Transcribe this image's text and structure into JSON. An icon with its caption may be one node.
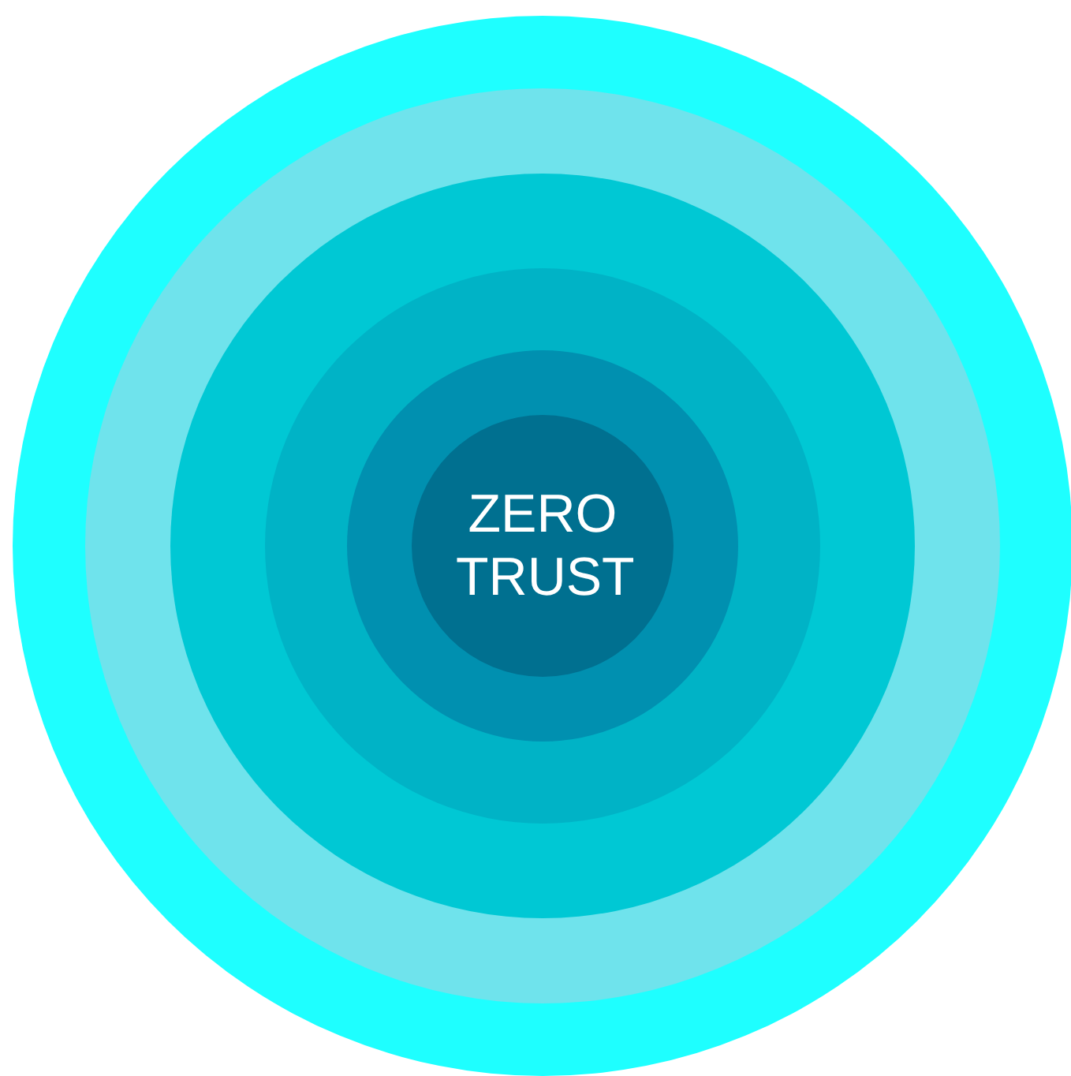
{
  "diagram": {
    "nodes": [
      {
        "text": [],
        "shape": "circle"
      },
      {
        "text": [],
        "shape": "circle",
        "in": 0
      },
      {
        "text": [],
        "shape": "circle",
        "in": 1
      },
      {
        "text": [],
        "shape": "circle",
        "in": 2
      },
      {
        "text": [],
        "shape": "circle",
        "in": 3
      },
      {
        "text": [
          "ZERO TRUST"
        ],
        "in": 4
      }
    ]
  }
}
